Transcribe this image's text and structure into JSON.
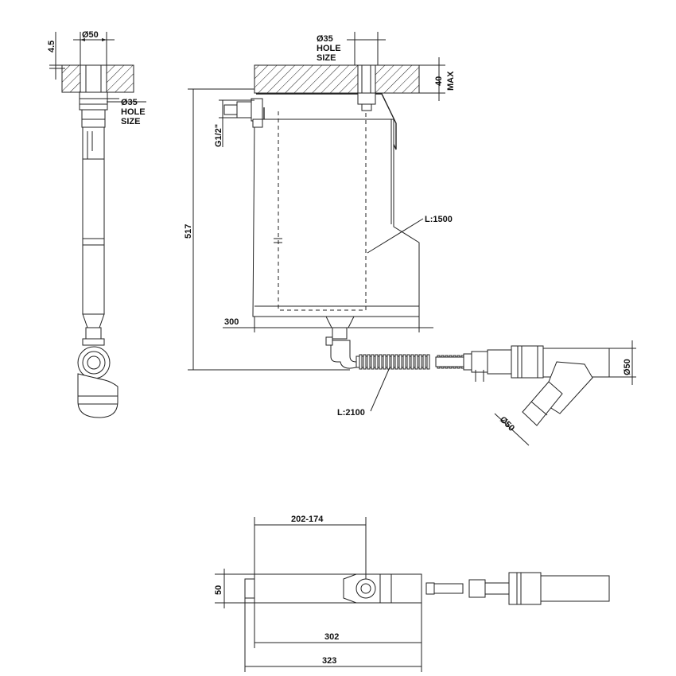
{
  "labels": {
    "side_pipe_dia": "Ø50",
    "side_plate_thickness": "4.5",
    "side_hole_dia": "Ø35",
    "side_hole_word1": "HOLE",
    "side_hole_word2": "SIZE",
    "front_hole_dia": "Ø35",
    "front_hole_word1": "HOLE",
    "front_hole_word2": "SIZE",
    "front_plate_max": "40",
    "front_plate_max_word": "MAX",
    "thread": "G1/2\"",
    "height": "517",
    "inner_hose": "L:1500",
    "width_bottom": "300",
    "drain_hose": "L:2100",
    "fitting_dia_right": "Ø50",
    "fitting_dia_branch": "Ø50",
    "plan_offset": "202-174",
    "plan_height": "50",
    "plan_width_inner": "302",
    "plan_width_outer": "323"
  }
}
